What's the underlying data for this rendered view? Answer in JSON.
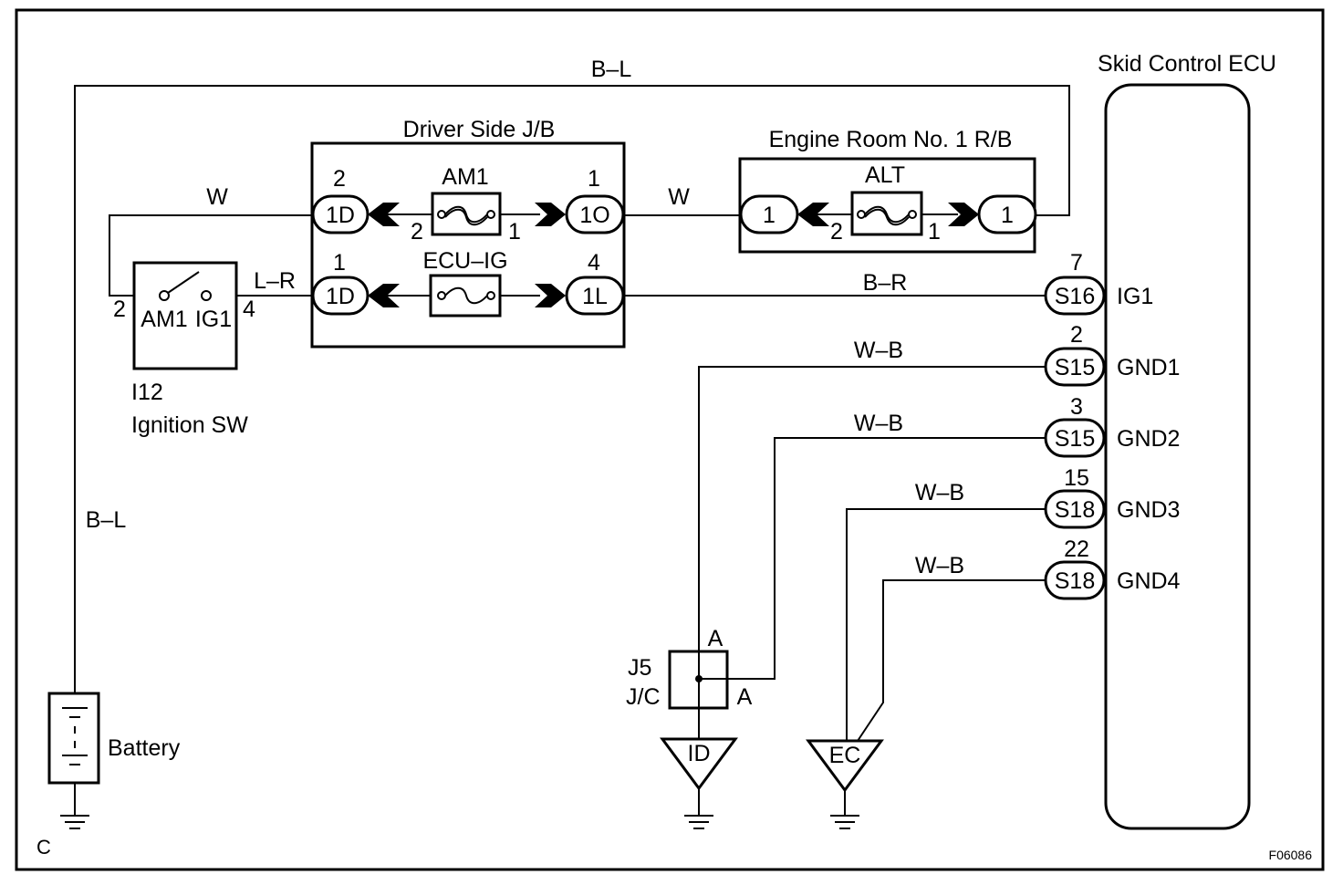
{
  "ecu": {
    "title": "Skid Control ECU",
    "pins": [
      {
        "num": "7",
        "conn": "S16",
        "label": "IG1",
        "wire": "B–R"
      },
      {
        "num": "2",
        "conn": "S15",
        "label": "GND1",
        "wire": "W–B"
      },
      {
        "num": "3",
        "conn": "S15",
        "label": "GND2",
        "wire": "W–B"
      },
      {
        "num": "15",
        "conn": "S18",
        "label": "GND3",
        "wire": "W–B"
      },
      {
        "num": "22",
        "conn": "S18",
        "label": "GND4",
        "wire": "W–B"
      }
    ]
  },
  "driver_jb": {
    "title": "Driver Side J/B",
    "fuse_top": "AM1",
    "fuse_bottom": "ECU–IG",
    "top_left_pin": "2",
    "top_left_conn": "1D",
    "top_right_pin": "1",
    "top_right_conn": "1O",
    "top_fuse_left_term": "2",
    "top_fuse_right_term": "1",
    "bottom_left_pin": "1",
    "bottom_left_conn": "1D",
    "bottom_right_pin": "4",
    "bottom_right_conn": "1L"
  },
  "engine_rb": {
    "title": "Engine Room No. 1 R/B",
    "fuse": "ALT",
    "left_conn": "1",
    "right_conn": "1",
    "left_term": "2",
    "right_term": "1"
  },
  "ignition_sw": {
    "code": "I12",
    "name": "Ignition SW",
    "left_pin": "2",
    "right_pin": "4",
    "left_label": "AM1",
    "right_label": "IG1"
  },
  "wires": {
    "top_bl": "B–L",
    "left_bl": "B–L",
    "sw_to_jb": "W",
    "jb_to_rb": "W",
    "ig_to_jb": "L–R"
  },
  "battery": {
    "label": "Battery"
  },
  "jc": {
    "code": "J5",
    "name": "J/C",
    "pin_top": "A",
    "pin_right": "A"
  },
  "grounds": {
    "id": "ID",
    "ec": "EC"
  },
  "corner_label": "C",
  "figure_code": "F06086"
}
